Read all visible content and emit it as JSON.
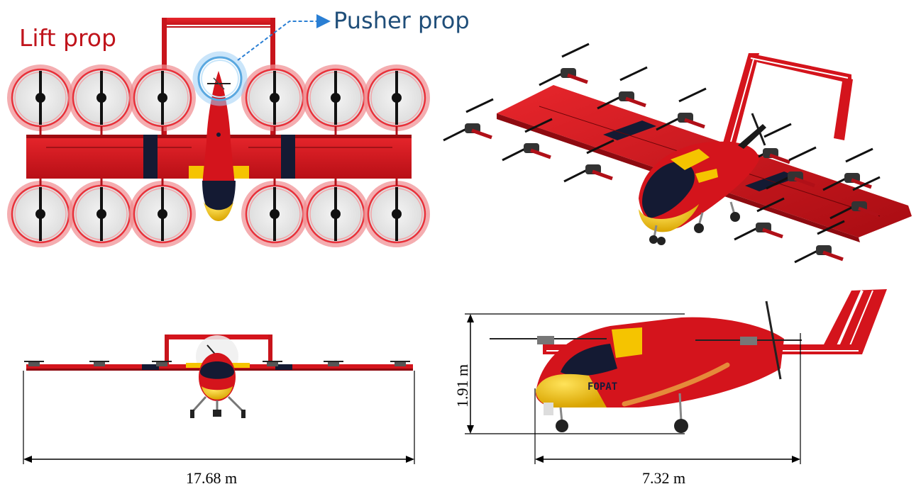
{
  "labels": {
    "lift_prop": "Lift prop",
    "pusher_prop": "Pusher prop",
    "span": "17.68 m",
    "length": "7.32 m",
    "height": "1.91 m",
    "fuselage_text": "FOPAT"
  },
  "colors": {
    "body_red": "#d4141c",
    "dark_red": "#8e0a10",
    "navy": "#141a33",
    "yellow": "#f5c400",
    "lift_glow": "#e8313a",
    "pusher_glow": "#5aa8e0",
    "disk_fill": "#ececec"
  },
  "icons": {
    "lift_prop_marker": "glow-ring-icon",
    "pusher_prop_marker": "glow-ring-icon",
    "callout_arrow": "dashed-arrow-icon"
  }
}
